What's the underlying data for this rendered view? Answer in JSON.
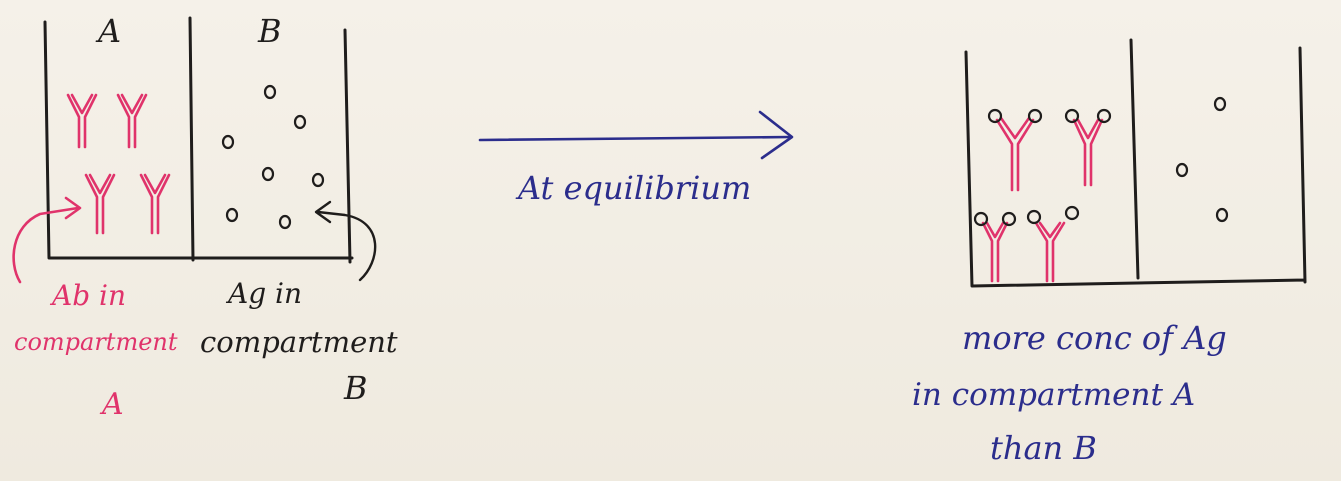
{
  "left_beaker": {
    "label_a": "A",
    "label_b": "B"
  },
  "arrow_label": "At equilibrium",
  "annotations": {
    "ab_line1": "Ab in",
    "ab_line2": "compartment",
    "ab_line3": "A",
    "ag_line1": "Ag in",
    "ag_line2": "compartment",
    "ag_line3": "B"
  },
  "conclusion": {
    "line1": "more conc of Ag",
    "line2": "in compartment A",
    "line3": "than B"
  },
  "colors": {
    "ink_black": "#1f1d1c",
    "ink_red": "#e0336b",
    "ink_blue": "#2b2d8c",
    "paper": "#f3efe6"
  }
}
